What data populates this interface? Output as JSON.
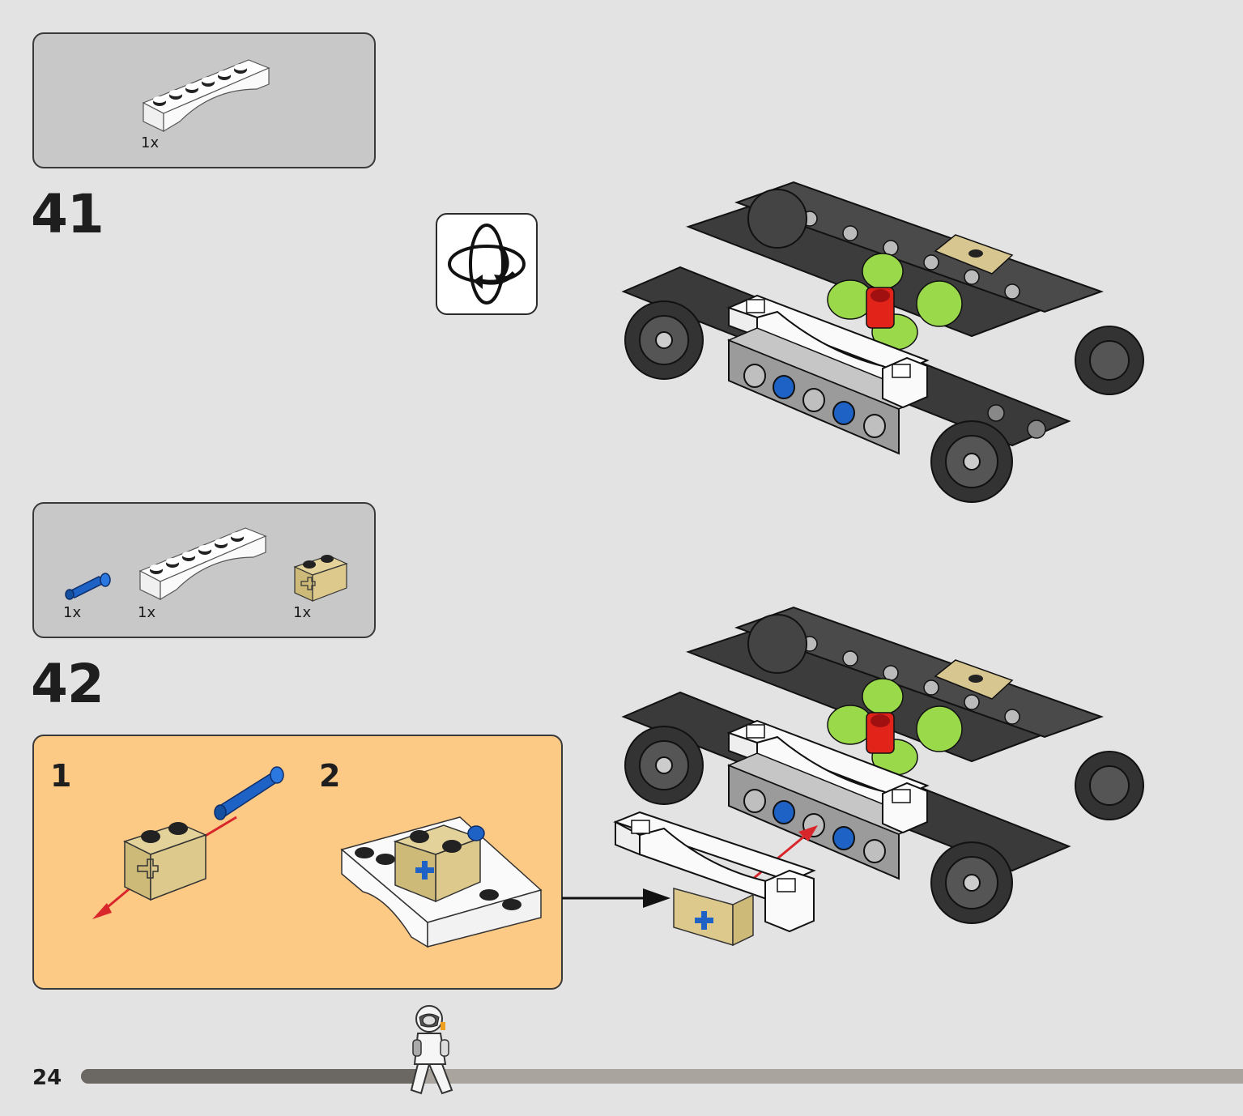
{
  "page": {
    "number": "24",
    "progress": 0.29
  },
  "steps": [
    {
      "number": "41",
      "parts": [
        {
          "name": "white-arch-brick",
          "qty": "1x"
        }
      ]
    },
    {
      "number": "42",
      "parts": [
        {
          "name": "blue-axle-pin",
          "qty": "1x"
        },
        {
          "name": "white-arch-brick",
          "qty": "1x"
        },
        {
          "name": "tan-technic-brick",
          "qty": "1x"
        }
      ],
      "substeps": [
        {
          "number": "1"
        },
        {
          "number": "2"
        }
      ]
    }
  ],
  "colors": {
    "background": "#e3e3e3",
    "parts_box": "#c8c8c8",
    "subassembly_box": "#fdca86",
    "progress_fill": "#6b6863",
    "progress_track": "#a9a49e",
    "arrow_red": "#d8262a"
  },
  "icons": [
    "rotate-model-icon",
    "minifigure-icon"
  ]
}
